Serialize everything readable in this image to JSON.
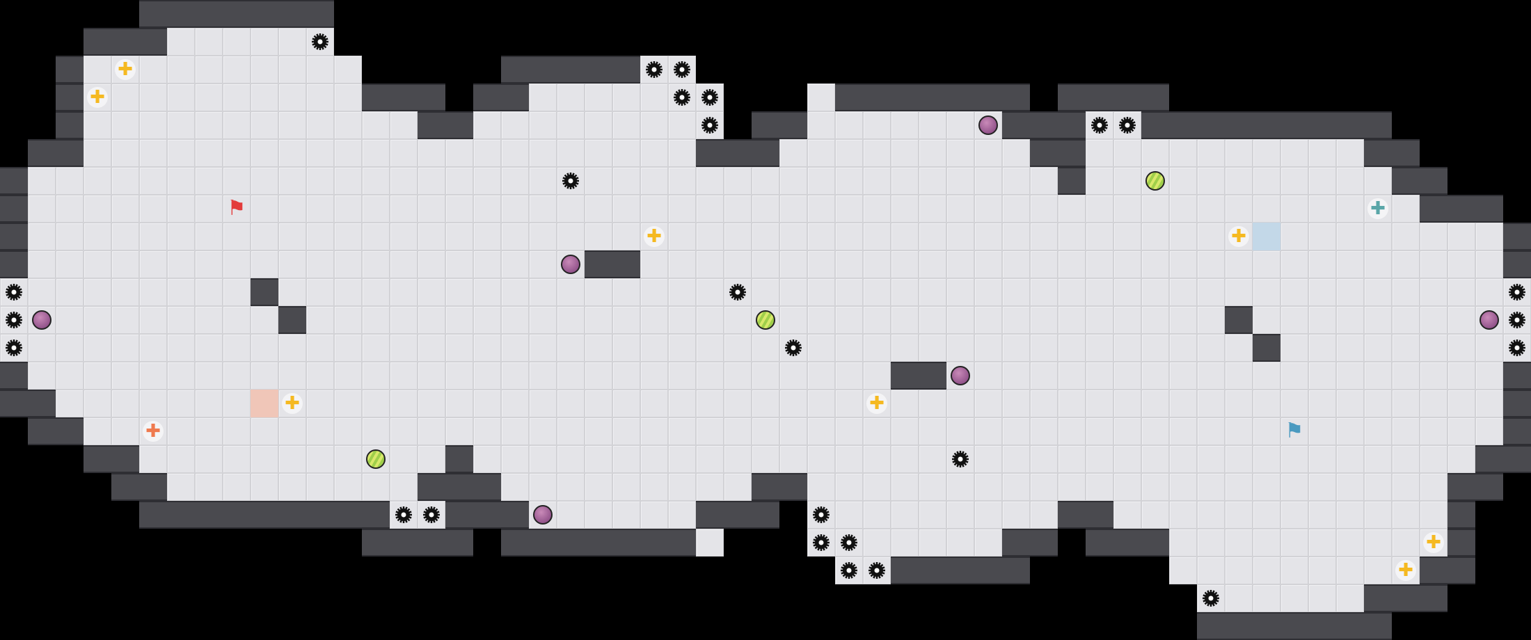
{
  "title": "Game map",
  "colors": {
    "floor": "#e4e4e8",
    "wall": "#4a4a4f",
    "spike": "#111111",
    "yellow_boost": "#f5b921",
    "red_boost": "#ef7a4f",
    "teal_boost": "#5aa6a8",
    "red_flag": "#e33b3b",
    "blue_flag": "#4a9ac0"
  },
  "grid": {
    "cols": 55,
    "rows": 23
  },
  "rows": [
    {
      "W": [
        [
          5,
          11
        ]
      ],
      "F": []
    },
    {
      "W": [
        [
          3,
          5
        ]
      ],
      "F": [
        [
          6,
          11
        ]
      ]
    },
    {
      "W": [
        [
          2,
          2
        ],
        [
          18,
          22
        ]
      ],
      "F": [
        [
          3,
          12
        ],
        [
          23,
          24
        ]
      ]
    },
    {
      "W": [
        [
          2,
          2
        ],
        [
          13,
          15
        ],
        [
          17,
          18
        ],
        [
          30,
          36
        ],
        [
          38,
          41
        ]
      ],
      "F": [
        [
          3,
          12
        ],
        [
          19,
          25
        ],
        [
          29,
          29
        ]
      ]
    },
    {
      "W": [
        [
          2,
          2
        ],
        [
          15,
          16
        ],
        [
          27,
          28
        ],
        [
          36,
          38
        ],
        [
          41,
          49
        ]
      ],
      "F": [
        [
          3,
          14
        ],
        [
          17,
          25
        ],
        [
          29,
          35
        ],
        [
          39,
          40
        ]
      ]
    },
    {
      "W": [
        [
          1,
          2
        ],
        [
          25,
          27
        ],
        [
          37,
          38
        ],
        [
          49,
          50
        ]
      ],
      "F": [
        [
          3,
          24
        ],
        [
          28,
          36
        ],
        [
          39,
          48
        ]
      ]
    },
    {
      "W": [
        [
          0,
          0
        ],
        [
          38,
          38
        ],
        [
          50,
          51
        ]
      ],
      "F": [
        [
          1,
          37
        ],
        [
          39,
          49
        ]
      ]
    },
    {
      "W": [
        [
          0,
          0
        ],
        [
          51,
          53
        ]
      ],
      "F": [
        [
          1,
          50
        ]
      ]
    },
    {
      "W": [
        [
          0,
          0
        ],
        [
          54,
          54
        ]
      ],
      "F": [
        [
          1,
          53
        ]
      ]
    },
    {
      "W": [
        [
          0,
          0
        ],
        [
          21,
          22
        ],
        [
          54,
          54
        ]
      ],
      "F": [
        [
          1,
          20
        ],
        [
          23,
          53
        ]
      ]
    },
    {
      "W": [
        [
          9,
          9
        ]
      ],
      "F": [
        [
          0,
          8
        ],
        [
          10,
          54
        ]
      ]
    },
    {
      "W": [
        [
          10,
          10
        ],
        [
          44,
          44
        ]
      ],
      "F": [
        [
          0,
          9
        ],
        [
          11,
          43
        ],
        [
          45,
          54
        ]
      ]
    },
    {
      "W": [
        [
          45,
          45
        ]
      ],
      "F": [
        [
          0,
          44
        ],
        [
          46,
          54
        ]
      ]
    },
    {
      "W": [
        [
          0,
          0
        ],
        [
          32,
          33
        ],
        [
          54,
          54
        ]
      ],
      "F": [
        [
          1,
          31
        ],
        [
          34,
          53
        ]
      ]
    },
    {
      "W": [
        [
          0,
          1
        ],
        [
          54,
          54
        ]
      ],
      "F": [
        [
          2,
          53
        ]
      ]
    },
    {
      "W": [
        [
          1,
          2
        ],
        [
          54,
          54
        ]
      ],
      "F": [
        [
          3,
          53
        ]
      ]
    },
    {
      "W": [
        [
          3,
          4
        ],
        [
          16,
          16
        ],
        [
          53,
          54
        ]
      ],
      "F": [
        [
          5,
          15
        ],
        [
          17,
          52
        ]
      ]
    },
    {
      "W": [
        [
          4,
          5
        ],
        [
          15,
          17
        ],
        [
          27,
          28
        ],
        [
          52,
          53
        ]
      ],
      "F": [
        [
          6,
          14
        ],
        [
          18,
          26
        ],
        [
          29,
          51
        ]
      ]
    },
    {
      "W": [
        [
          5,
          13
        ],
        [
          16,
          18
        ],
        [
          25,
          27
        ],
        [
          38,
          39
        ],
        [
          52,
          52
        ]
      ],
      "F": [
        [
          14,
          15
        ],
        [
          19,
          24
        ],
        [
          29,
          37
        ],
        [
          40,
          51
        ]
      ]
    },
    {
      "W": [
        [
          13,
          16
        ],
        [
          18,
          24
        ],
        [
          36,
          37
        ],
        [
          39,
          41
        ],
        [
          52,
          52
        ]
      ],
      "F": [
        [
          25,
          25
        ],
        [
          29,
          35
        ],
        [
          42,
          51
        ]
      ]
    },
    {
      "W": [
        [
          32,
          36
        ],
        [
          51,
          52
        ]
      ],
      "F": [
        [
          30,
          31
        ],
        [
          42,
          50
        ]
      ]
    },
    {
      "W": [
        [
          49,
          51
        ]
      ],
      "F": [
        [
          43,
          48
        ]
      ]
    },
    {
      "W": [
        [
          43,
          49
        ]
      ],
      "F": []
    }
  ],
  "tiles": [
    {
      "type": "red-tile",
      "r": 14,
      "c": 9
    },
    {
      "type": "blue-tile",
      "r": 8,
      "c": 45
    }
  ],
  "objects": [
    {
      "type": "spike",
      "r": 1,
      "c": 11
    },
    {
      "type": "spike",
      "r": 2,
      "c": 23
    },
    {
      "type": "spike",
      "r": 2,
      "c": 24
    },
    {
      "type": "spike",
      "r": 3,
      "c": 24
    },
    {
      "type": "spike",
      "r": 3,
      "c": 25
    },
    {
      "type": "spike",
      "r": 4,
      "c": 25
    },
    {
      "type": "spike",
      "r": 4,
      "c": 39
    },
    {
      "type": "spike",
      "r": 4,
      "c": 40
    },
    {
      "type": "spike",
      "r": 6,
      "c": 20
    },
    {
      "type": "spike",
      "r": 10,
      "c": 0
    },
    {
      "type": "spike",
      "r": 11,
      "c": 0
    },
    {
      "type": "spike",
      "r": 12,
      "c": 0
    },
    {
      "type": "spike",
      "r": 10,
      "c": 54
    },
    {
      "type": "spike",
      "r": 11,
      "c": 54
    },
    {
      "type": "spike",
      "r": 12,
      "c": 54
    },
    {
      "type": "spike",
      "r": 10,
      "c": 26
    },
    {
      "type": "spike",
      "r": 12,
      "c": 28
    },
    {
      "type": "spike",
      "r": 16,
      "c": 34
    },
    {
      "type": "spike",
      "r": 18,
      "c": 14
    },
    {
      "type": "spike",
      "r": 18,
      "c": 15
    },
    {
      "type": "spike",
      "r": 18,
      "c": 29
    },
    {
      "type": "spike",
      "r": 19,
      "c": 29
    },
    {
      "type": "spike",
      "r": 19,
      "c": 30
    },
    {
      "type": "spike",
      "r": 20,
      "c": 30
    },
    {
      "type": "spike",
      "r": 20,
      "c": 31
    },
    {
      "type": "spike",
      "r": 21,
      "c": 43
    },
    {
      "type": "purple-ball",
      "r": 4,
      "c": 35
    },
    {
      "type": "purple-ball",
      "r": 9,
      "c": 20
    },
    {
      "type": "purple-ball",
      "r": 11,
      "c": 1
    },
    {
      "type": "purple-ball",
      "r": 11,
      "c": 53
    },
    {
      "type": "purple-ball",
      "r": 13,
      "c": 34
    },
    {
      "type": "purple-ball",
      "r": 18,
      "c": 19
    },
    {
      "type": "green-ball",
      "r": 6,
      "c": 41
    },
    {
      "type": "green-ball",
      "r": 11,
      "c": 27
    },
    {
      "type": "green-ball",
      "r": 16,
      "c": 13
    },
    {
      "type": "yellow-boost",
      "r": 2,
      "c": 4
    },
    {
      "type": "yellow-boost",
      "r": 3,
      "c": 3
    },
    {
      "type": "yellow-boost",
      "r": 8,
      "c": 23
    },
    {
      "type": "yellow-boost",
      "r": 8,
      "c": 44
    },
    {
      "type": "yellow-boost",
      "r": 14,
      "c": 10
    },
    {
      "type": "yellow-boost",
      "r": 14,
      "c": 31
    },
    {
      "type": "yellow-boost",
      "r": 19,
      "c": 51
    },
    {
      "type": "yellow-boost",
      "r": 20,
      "c": 50
    },
    {
      "type": "red-boost",
      "r": 15,
      "c": 5
    },
    {
      "type": "teal-boost",
      "r": 7,
      "c": 49
    },
    {
      "type": "red-flag",
      "r": 7,
      "c": 8
    },
    {
      "type": "blue-flag",
      "r": 15,
      "c": 46
    }
  ]
}
